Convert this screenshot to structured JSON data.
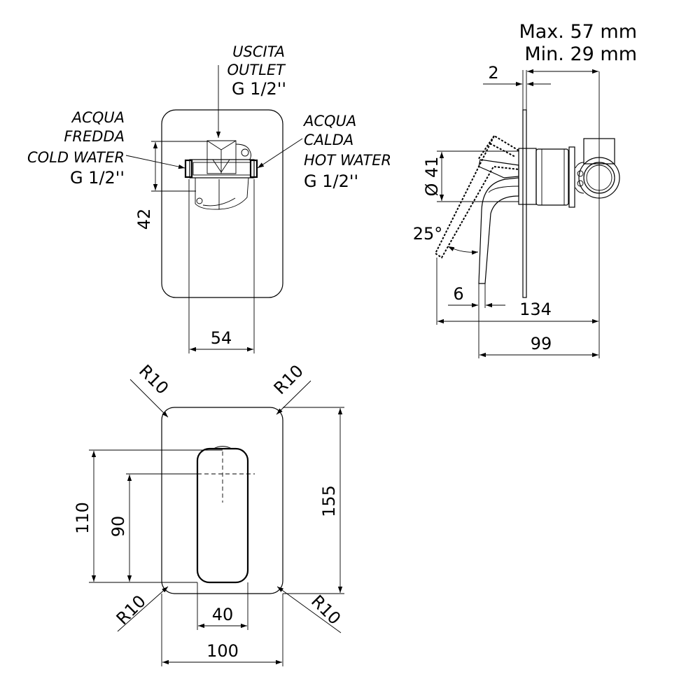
{
  "front_view": {
    "outlet": {
      "line1": "USCITA",
      "line2": "OUTLET",
      "size": "G 1/2''"
    },
    "cold": {
      "line1": "ACQUA",
      "line2": "FREDDA",
      "line3": "COLD WATER",
      "size": "G 1/2''"
    },
    "hot": {
      "line1": "ACQUA",
      "line2": "CALDA",
      "line3": "HOT WATER",
      "size": "G 1/2''"
    },
    "dim_height": "42",
    "dim_width": "54"
  },
  "side_view": {
    "depth_max": "Max. 57 mm",
    "depth_min": "Min. 29 mm",
    "dim_plate": "2",
    "dim_diameter": "Ø 41",
    "dim_angle": "25°",
    "dim_handle": "6",
    "dim_overall": "134",
    "dim_body": "99"
  },
  "plate_view": {
    "radius_top_left": "R10",
    "radius_top_right": "R10",
    "radius_bottom_left": "R10",
    "radius_bottom_right": "R10",
    "dim_plate_height": "155",
    "dim_handle_height": "110",
    "dim_handle_axis": "90",
    "dim_handle_width": "40",
    "dim_plate_width": "100"
  }
}
